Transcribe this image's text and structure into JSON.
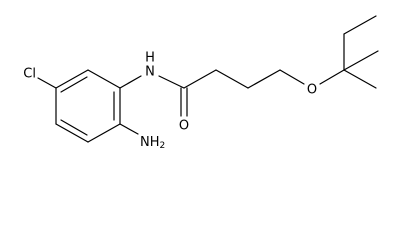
{
  "molecule": {
    "atoms": {
      "chlorine": "Cl",
      "amide_nitrogen": "N",
      "amide_hydrogen": "H",
      "carbonyl_oxygen": "O",
      "ether_oxygen": "O",
      "amino_group": "NH",
      "amino_subscript": "2"
    }
  },
  "colors": {
    "bond": "#000000",
    "label": "#000000",
    "background": "#ffffff"
  }
}
